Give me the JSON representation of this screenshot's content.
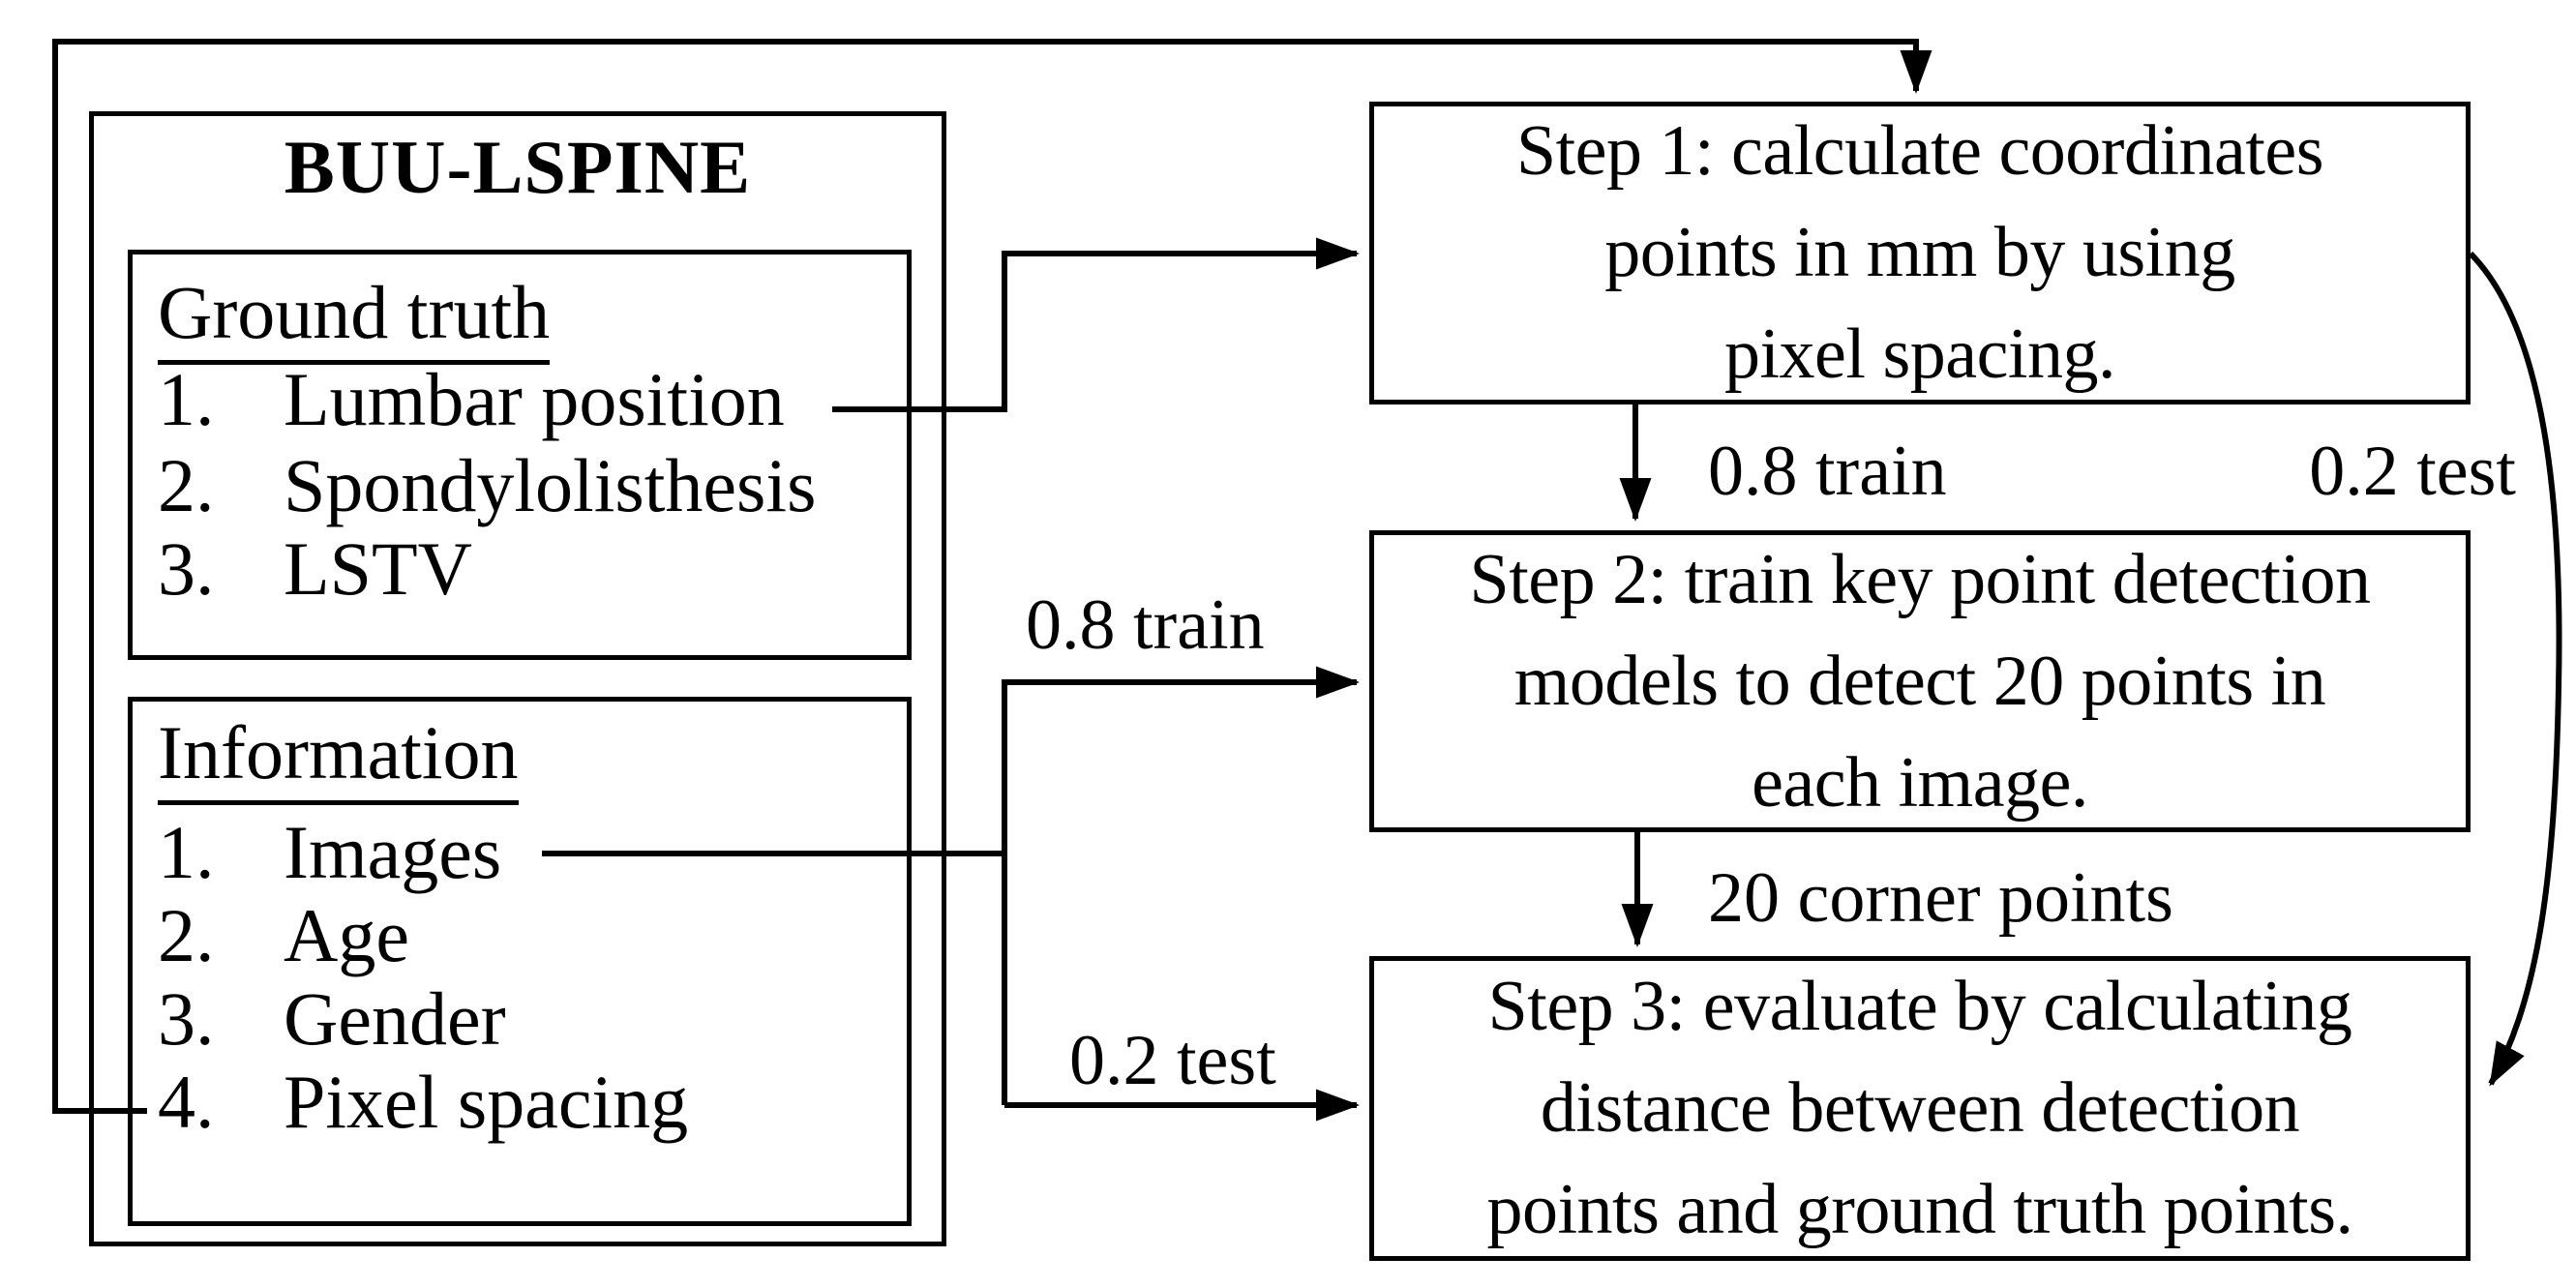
{
  "colors": {
    "ink": "#000000",
    "background": "#ffffff"
  },
  "dataset_panel": {
    "title": "BUU-LSPINE",
    "groups": [
      {
        "heading": "Ground truth",
        "items": [
          {
            "num": "1.",
            "label": "Lumbar position"
          },
          {
            "num": "2.",
            "label": "Spondylolisthesis"
          },
          {
            "num": "3.",
            "label": "LSTV"
          }
        ]
      },
      {
        "heading": "Information",
        "items": [
          {
            "num": "1.",
            "label": "Images"
          },
          {
            "num": "2.",
            "label": "Age"
          },
          {
            "num": "3.",
            "label": "Gender"
          },
          {
            "num": "4.",
            "label": "Pixel spacing"
          }
        ]
      }
    ]
  },
  "steps": [
    {
      "lines": [
        "Step 1: calculate coordinates",
        "points in mm by using",
        "pixel spacing."
      ]
    },
    {
      "lines": [
        "Step 2: train key point detection",
        "models to detect 20 points in",
        "each image."
      ]
    },
    {
      "lines": [
        "Step 3: evaluate by calculating",
        "distance between detection",
        "points and ground truth points."
      ]
    }
  ],
  "edge_labels": {
    "split_train": "0.8 train",
    "split_test": "0.2 test",
    "step1_to_step2_train": "0.8 train",
    "step1_bypass_test": "0.2 test",
    "step2_to_step3": "20 corner points"
  }
}
